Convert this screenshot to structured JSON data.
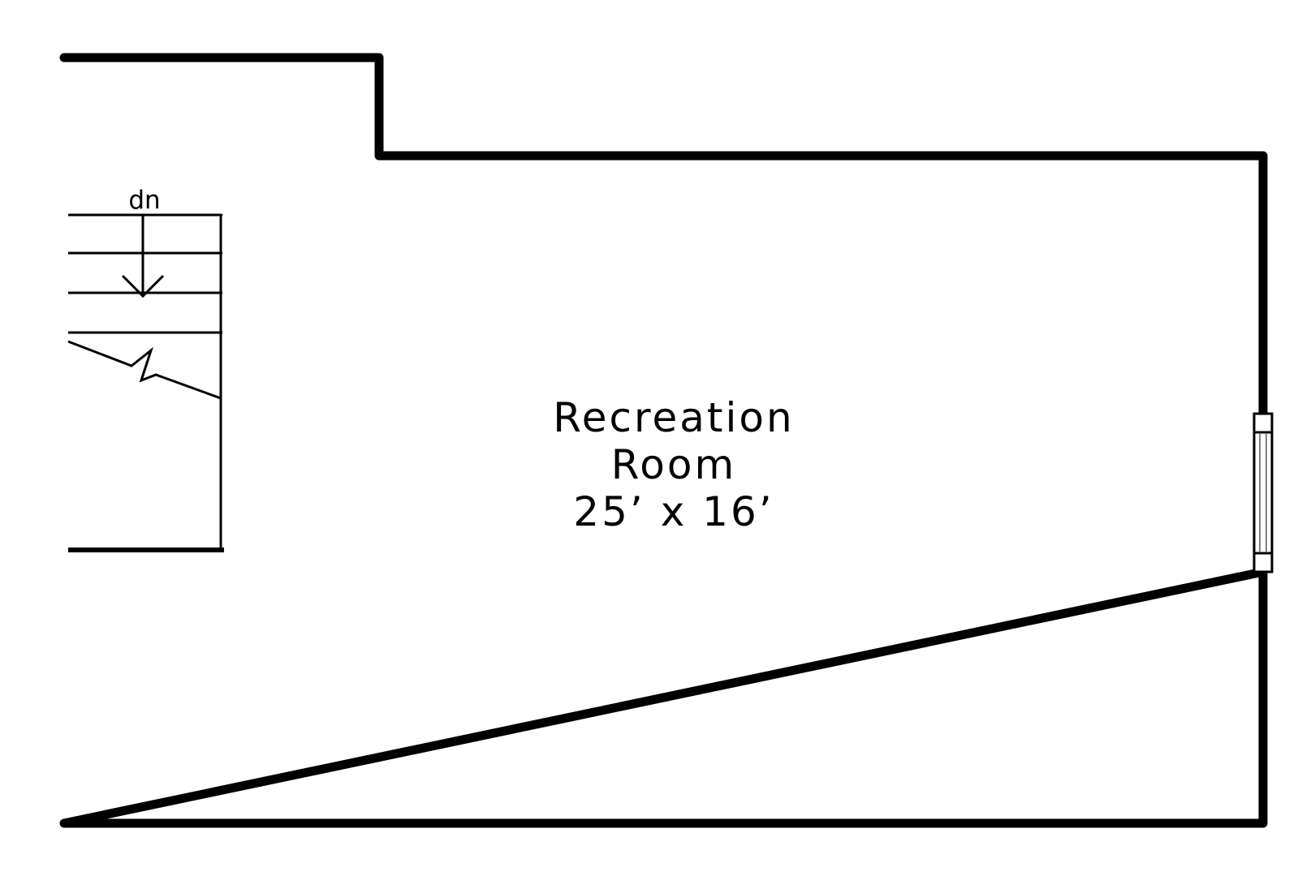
{
  "room": {
    "name_line1": "Recreation",
    "name_line2": "Room",
    "dimensions": "25’ x 16’"
  },
  "stairs": {
    "direction_label": "dn"
  },
  "colors": {
    "line": "#000000",
    "background": "#ffffff",
    "window_glass": "#808080"
  }
}
